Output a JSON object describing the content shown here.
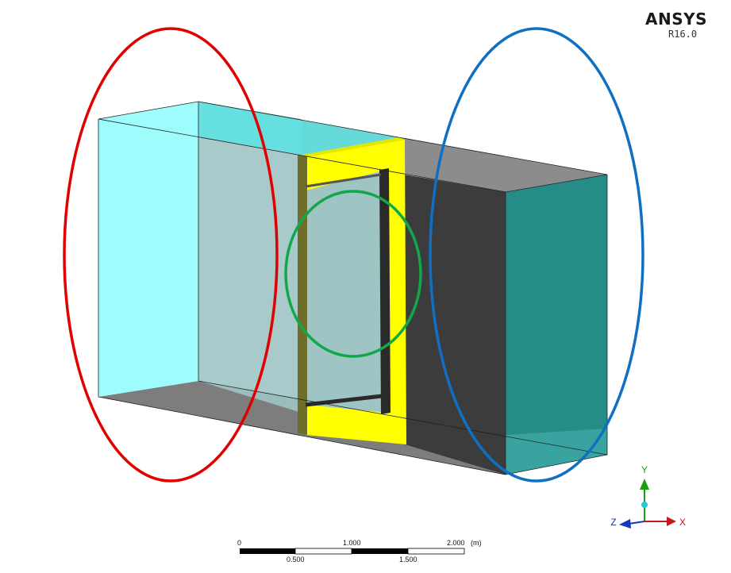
{
  "brand": {
    "name": "ANSYS",
    "version": "R16.0"
  },
  "triad": {
    "x_label": "X",
    "y_label": "Y",
    "z_label": "Z"
  },
  "scale_bar": {
    "top_labels": [
      "0",
      "1.000",
      "2.000"
    ],
    "bottom_labels": [
      "0.500",
      "1.500"
    ],
    "unit": "(m)"
  },
  "colors": {
    "inlet_region": "#9ffcfc",
    "outlet_region": "#268c88",
    "frame": "#ffff00",
    "wall_dark": "#3c3c3c",
    "wall_grey": "#8a8a8a",
    "ellipse_left": "#e10000",
    "ellipse_center": "#12a84a",
    "ellipse_right": "#0f6fc2"
  }
}
